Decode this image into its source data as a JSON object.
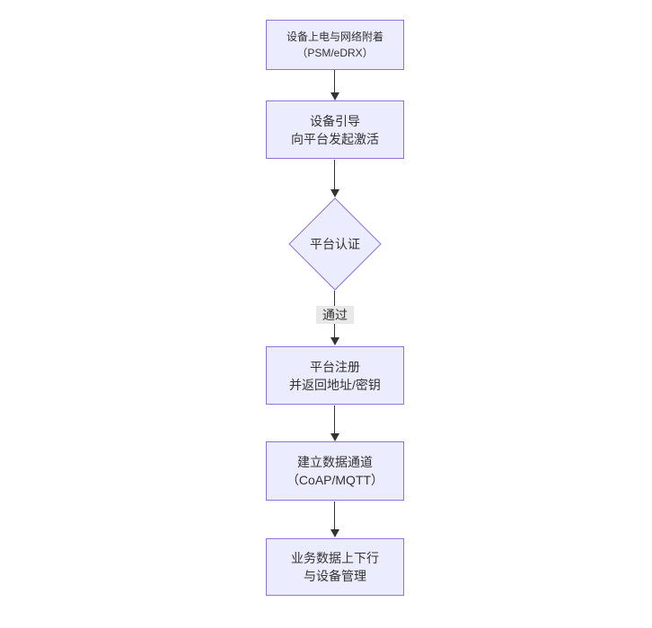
{
  "diagram": {
    "type": "flowchart",
    "direction": "top-down",
    "nodes": [
      {
        "id": "power-attach",
        "shape": "rect",
        "lines": [
          "设备上电与网络附着",
          "（PSM/eDRX）"
        ]
      },
      {
        "id": "bootstrap",
        "shape": "rect",
        "lines": [
          "设备引导",
          "向平台发起激活"
        ]
      },
      {
        "id": "auth",
        "shape": "diamond",
        "lines": [
          "平台认证"
        ]
      },
      {
        "id": "register",
        "shape": "rect",
        "lines": [
          "平台注册",
          "并返回地址/密钥"
        ]
      },
      {
        "id": "channel",
        "shape": "rect",
        "lines": [
          "建立数据通道",
          "（CoAP/MQTT）"
        ]
      },
      {
        "id": "business",
        "shape": "rect",
        "lines": [
          "业务数据上下行",
          "与设备管理"
        ]
      }
    ],
    "edges": [
      {
        "from": "power-attach",
        "to": "bootstrap",
        "label": ""
      },
      {
        "from": "bootstrap",
        "to": "auth",
        "label": ""
      },
      {
        "from": "auth",
        "to": "register",
        "label": "通过"
      },
      {
        "from": "register",
        "to": "channel",
        "label": ""
      },
      {
        "from": "channel",
        "to": "business",
        "label": ""
      }
    ],
    "colors": {
      "node_fill": "#ECECFF",
      "node_border": "#9370DB",
      "edge_line": "#333333",
      "text": "#333333",
      "edge_label_bg": "#e8e8e8",
      "background": "#ffffff"
    }
  }
}
